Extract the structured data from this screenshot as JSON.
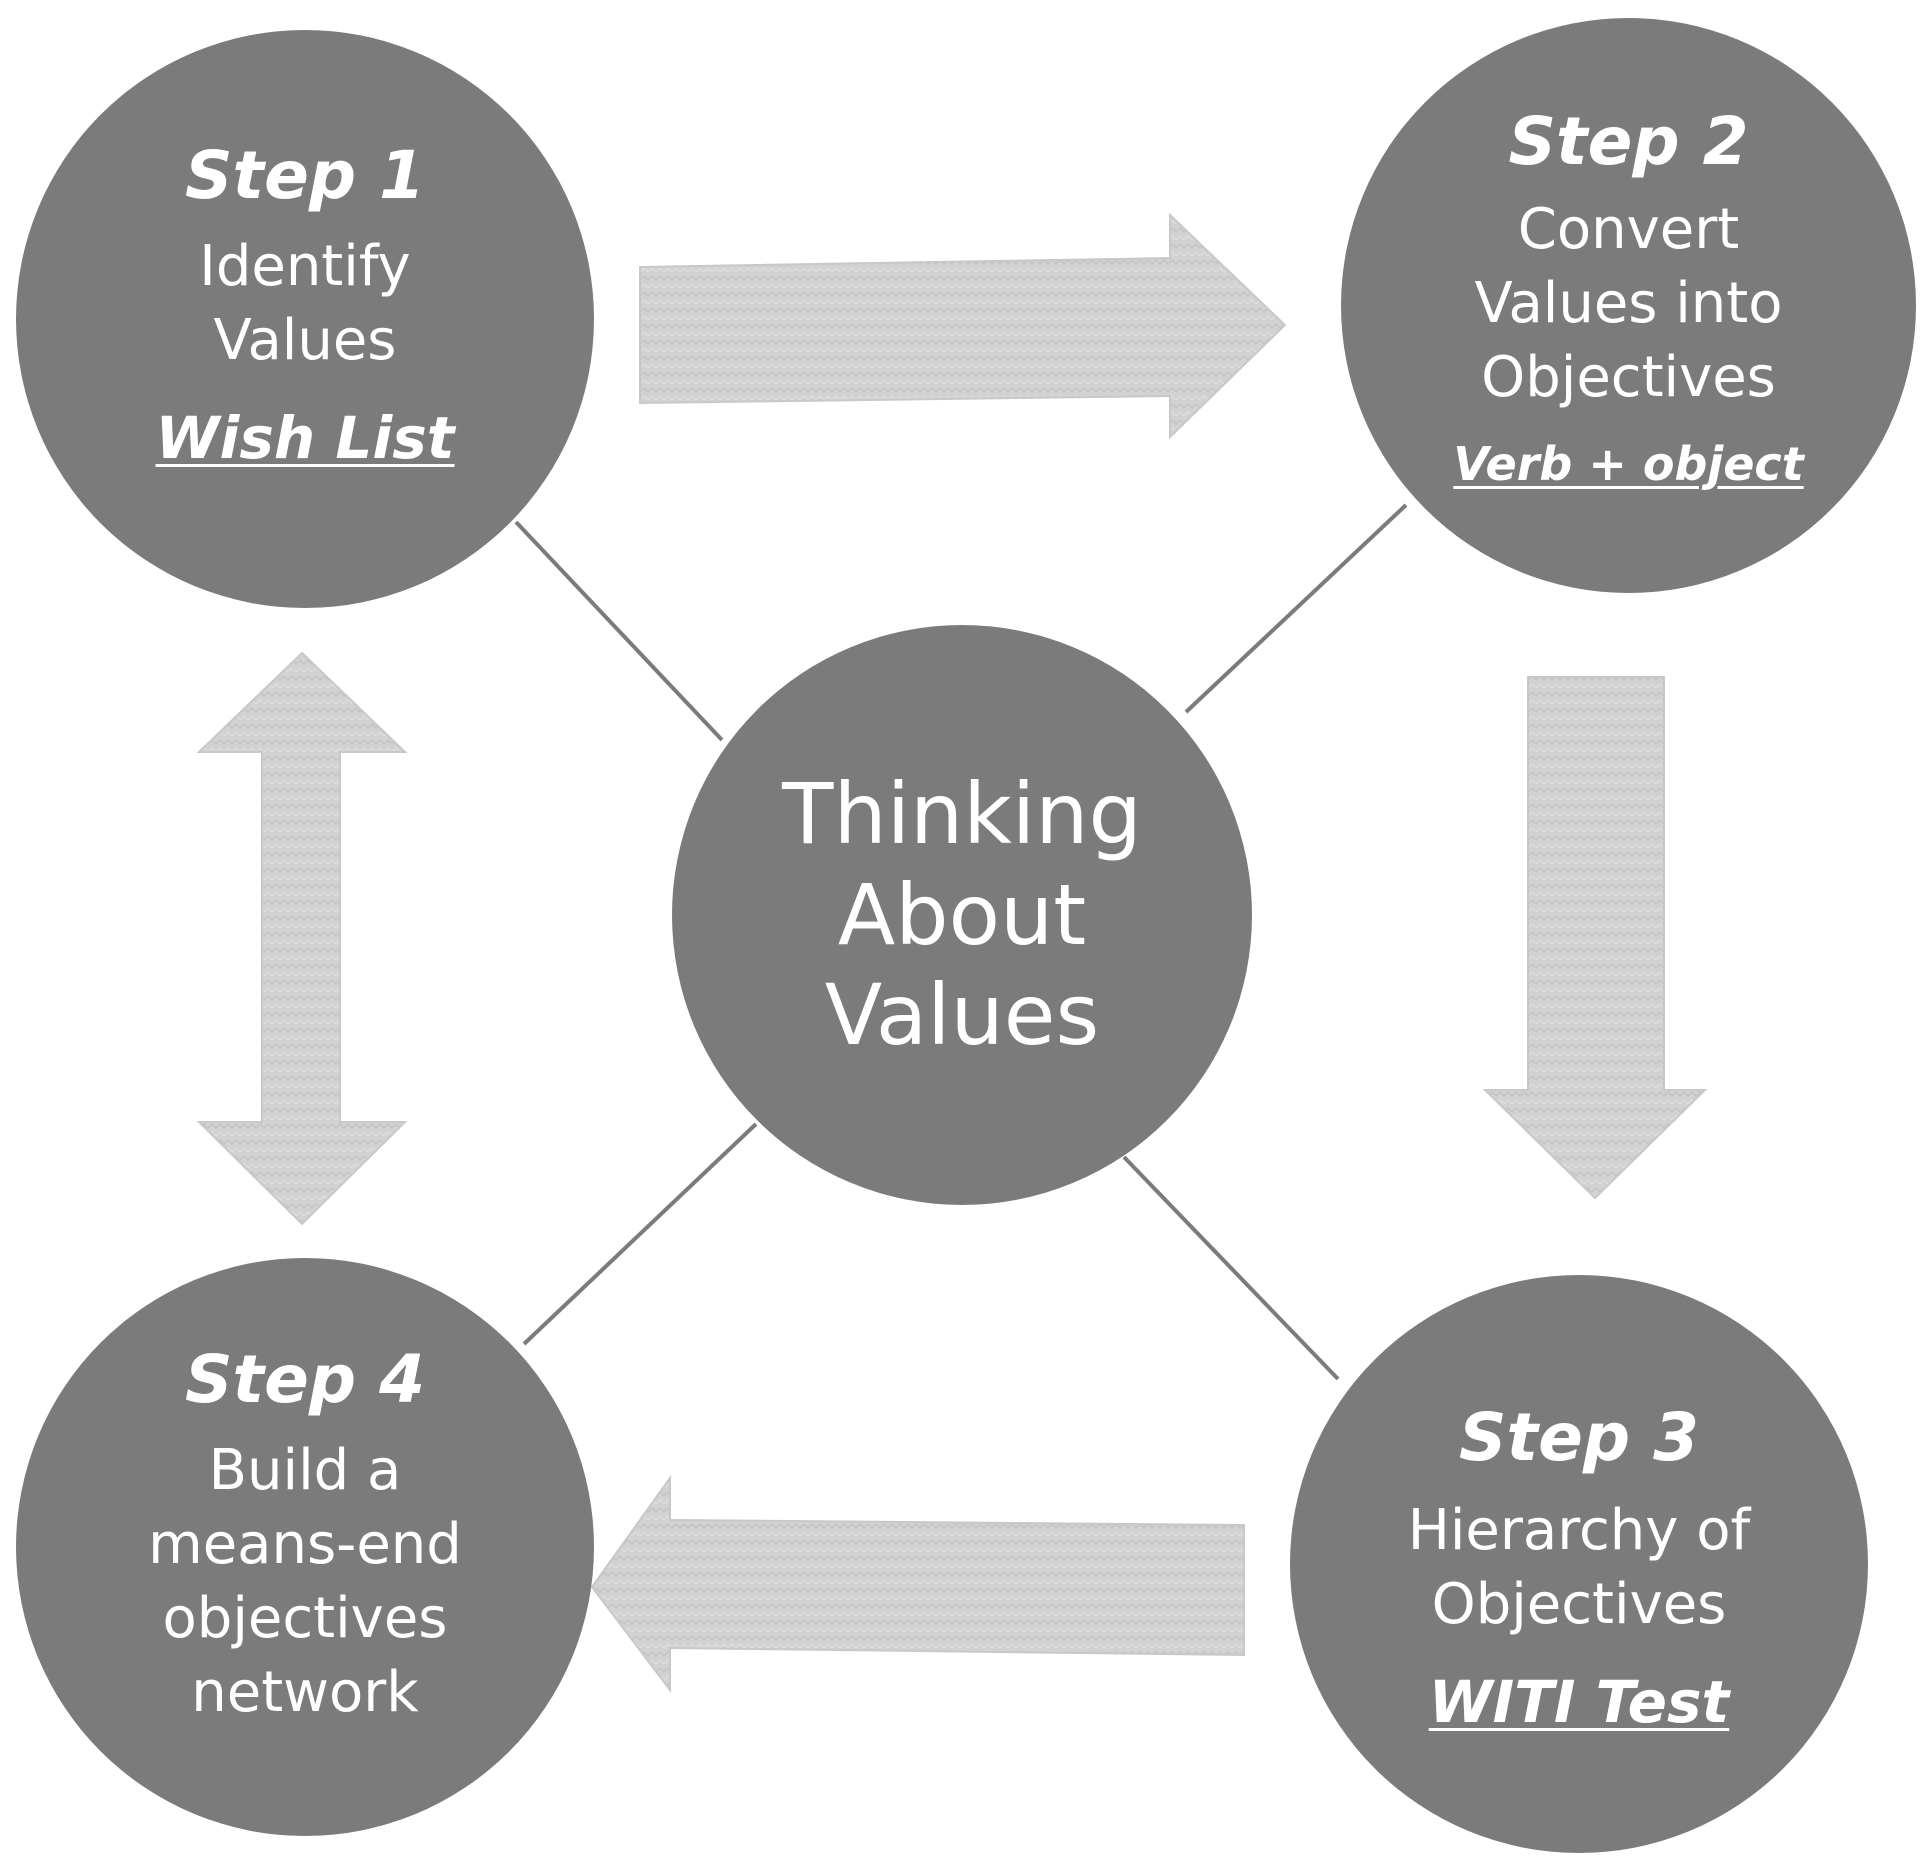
{
  "diagram": {
    "center": {
      "text": "Thinking\nAbout\nValues"
    },
    "steps": [
      {
        "title": "Step 1",
        "description": "Identify\nValues",
        "note": "Wish List"
      },
      {
        "title": "Step 2",
        "description": "Convert\nValues into\nObjectives",
        "note": "Verb + object"
      },
      {
        "title": "Step 3",
        "description": "Hierarchy of\nObjectives",
        "note": "WITI Test"
      },
      {
        "title": "Step 4",
        "description": "Build a\nmeans-end\nobjectives\nnetwork",
        "note": ""
      }
    ],
    "colors": {
      "circle": "#7b7b7b",
      "arrow": "#d2d2d2",
      "connector": "#7b7b7b",
      "text": "#ffffff"
    }
  }
}
